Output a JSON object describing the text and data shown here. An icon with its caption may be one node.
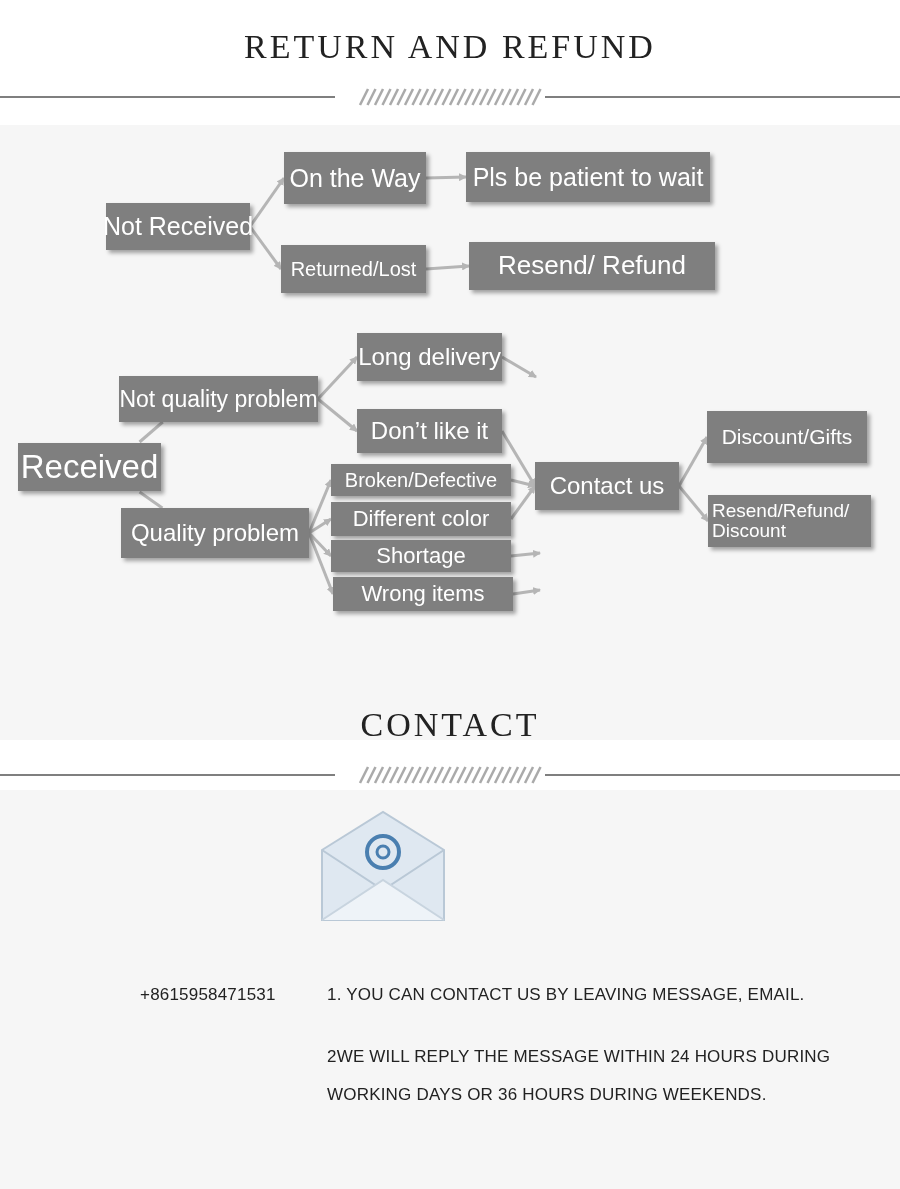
{
  "diagram": {
    "title": "RETURN AND REFUND",
    "nodes": [
      {
        "text": [
          "Not Received"
        ]
      },
      {
        "text": [
          "On the Way"
        ]
      },
      {
        "text": [
          "Pls be patient to wait"
        ]
      },
      {
        "text": [
          "Returned/Lost"
        ]
      },
      {
        "text": [
          "Resend/ Refund"
        ]
      },
      {
        "text": [
          "Received"
        ]
      },
      {
        "text": [
          "Not quality problem"
        ]
      },
      {
        "text": [
          "Long delivery"
        ]
      },
      {
        "text": [
          "Don’t like it"
        ]
      },
      {
        "text": [
          "Quality problem"
        ]
      },
      {
        "text": [
          "Broken/Defective"
        ]
      },
      {
        "text": [
          "Different color"
        ]
      },
      {
        "text": [
          "Shortage"
        ]
      },
      {
        "text": [
          "Wrong items"
        ]
      },
      {
        "text": [
          "Contact us"
        ]
      },
      {
        "text": [
          "Discount/Gifts"
        ]
      },
      {
        "text": [
          "Resend/Refund/ Discount"
        ]
      }
    ],
    "edges": [
      {
        "from": 0,
        "to": 1,
        "arrow": "to"
      },
      {
        "from": 0,
        "to": 3,
        "arrow": "to"
      },
      {
        "from": 1,
        "to": 2,
        "arrow": "to"
      },
      {
        "from": 3,
        "to": 4,
        "arrow": "to"
      },
      {
        "from": 5,
        "to": 6,
        "arrow": "none"
      },
      {
        "from": 5,
        "to": 9,
        "arrow": "none"
      },
      {
        "from": 6,
        "to": 7,
        "arrow": "to"
      },
      {
        "from": 6,
        "to": 8,
        "arrow": "to"
      },
      {
        "from": 7,
        "to": null,
        "arrow": "to"
      },
      {
        "from": 8,
        "to": 14,
        "arrow": "to"
      },
      {
        "from": 9,
        "to": 10,
        "arrow": "to"
      },
      {
        "from": 9,
        "to": 11,
        "arrow": "to"
      },
      {
        "from": 9,
        "to": 12,
        "arrow": "to"
      },
      {
        "from": 9,
        "to": 13,
        "arrow": "to"
      },
      {
        "from": 10,
        "to": 14,
        "arrow": "to"
      },
      {
        "from": 11,
        "to": 14,
        "arrow": "to"
      },
      {
        "from": 12,
        "to": null,
        "arrow": "to"
      },
      {
        "from": 13,
        "to": null,
        "arrow": "to"
      },
      {
        "from": 14,
        "to": 15,
        "arrow": "to"
      },
      {
        "from": 14,
        "to": 16,
        "arrow": "to"
      }
    ],
    "labels": [
      "CONTACT",
      "+8615958471531",
      "1. YOU CAN CONTACT US BY LEAVING MESSAGE, EMAIL.",
      "2WE WILL REPLY THE MESSAGE WITHIN 24 HOURS DURING WORKING DAYS OR 36 HOURS DURING WEEKENDS."
    ]
  }
}
